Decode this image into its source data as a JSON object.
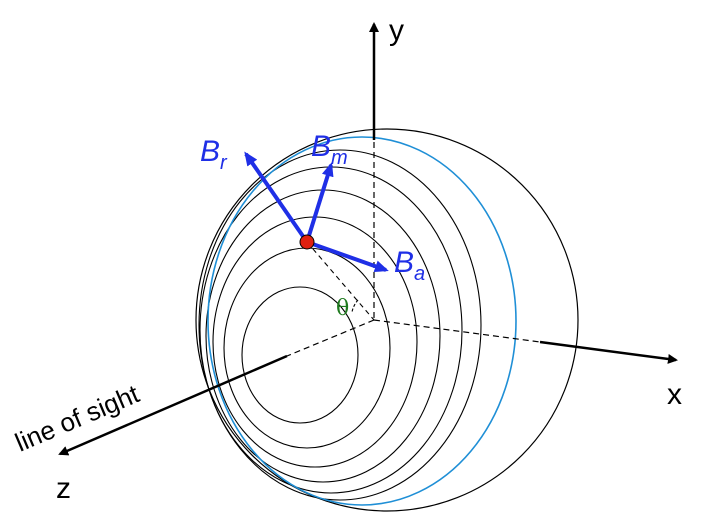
{
  "axes": {
    "x": "x",
    "y": "y",
    "z": "z"
  },
  "line_of_sight": "line of sight",
  "angle": "θ",
  "vectors": {
    "radial": {
      "base": "B",
      "sub": "r"
    },
    "meridional": {
      "base": "B",
      "sub": "m"
    },
    "azimuthal": {
      "base": "B",
      "sub": "a"
    }
  },
  "colors": {
    "vector": "#1f2fe6",
    "highlight_circle": "#1f8fd6",
    "point": "#e02010",
    "angle": "#1f7a1f",
    "line": "#000000"
  }
}
